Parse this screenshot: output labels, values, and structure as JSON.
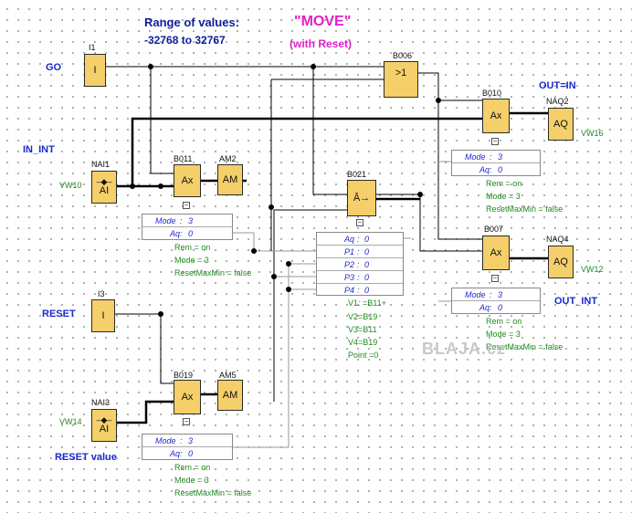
{
  "header": {
    "range_title": "Range of values:",
    "range_values": "-32768 to 32767",
    "move_title": "\"MOVE\"",
    "move_subtitle": "(with Reset)"
  },
  "signals": {
    "go": "GO",
    "in_int": "IN_INT",
    "reset": "RESET",
    "reset_value": "RESET value",
    "out_eq_in": "OUT=IN",
    "out_int": "OUT_INT"
  },
  "blocks": {
    "i1": {
      "label": "I1",
      "symbol": "I"
    },
    "i3": {
      "label": "I3",
      "symbol": "I"
    },
    "nai1": {
      "label": "NAI1",
      "symbol": "AI",
      "var": "VW10"
    },
    "nai3": {
      "label": "NAI3",
      "symbol": "AI",
      "var": "VW14"
    },
    "b011": {
      "label": "B011",
      "symbol": "Ax"
    },
    "am2": {
      "label": "AM2",
      "symbol": "AM"
    },
    "b006": {
      "label": "B006",
      "symbol": ">1"
    },
    "b010": {
      "label": "B010",
      "symbol": "Ax"
    },
    "naq2": {
      "label": "NAQ2",
      "symbol": "AQ",
      "var": "VW16"
    },
    "b021": {
      "label": "B021",
      "symbol": "Ā→"
    },
    "b007": {
      "label": "B007",
      "symbol": "Ax"
    },
    "naq4": {
      "label": "NAQ4",
      "symbol": "AQ",
      "var": "VW12"
    },
    "b019": {
      "label": "B019",
      "symbol": "Ax"
    },
    "am5": {
      "label": "AM5",
      "symbol": "AM"
    }
  },
  "params": {
    "mode_key": "Mode",
    "aq_key": "Aq",
    "mode_val": "3",
    "aq_val": "0",
    "rem": "Rem = on",
    "mode3": "Mode = 3",
    "resetmaxmin": "ResetMaxMin = false"
  },
  "b021_params": {
    "rows": [
      {
        "k": "Aq",
        "v": "0"
      },
      {
        "k": "P1",
        "v": "0"
      },
      {
        "k": "P2",
        "v": "0"
      },
      {
        "k": "P3",
        "v": "0"
      },
      {
        "k": "P4",
        "v": "0"
      }
    ],
    "v1": "V1: =B11+",
    "v2": "V2=B19",
    "v3": "V3=B11",
    "v4": "V4=B19",
    "point": "Point =0"
  },
  "watermark": "BLAJA.cz"
}
